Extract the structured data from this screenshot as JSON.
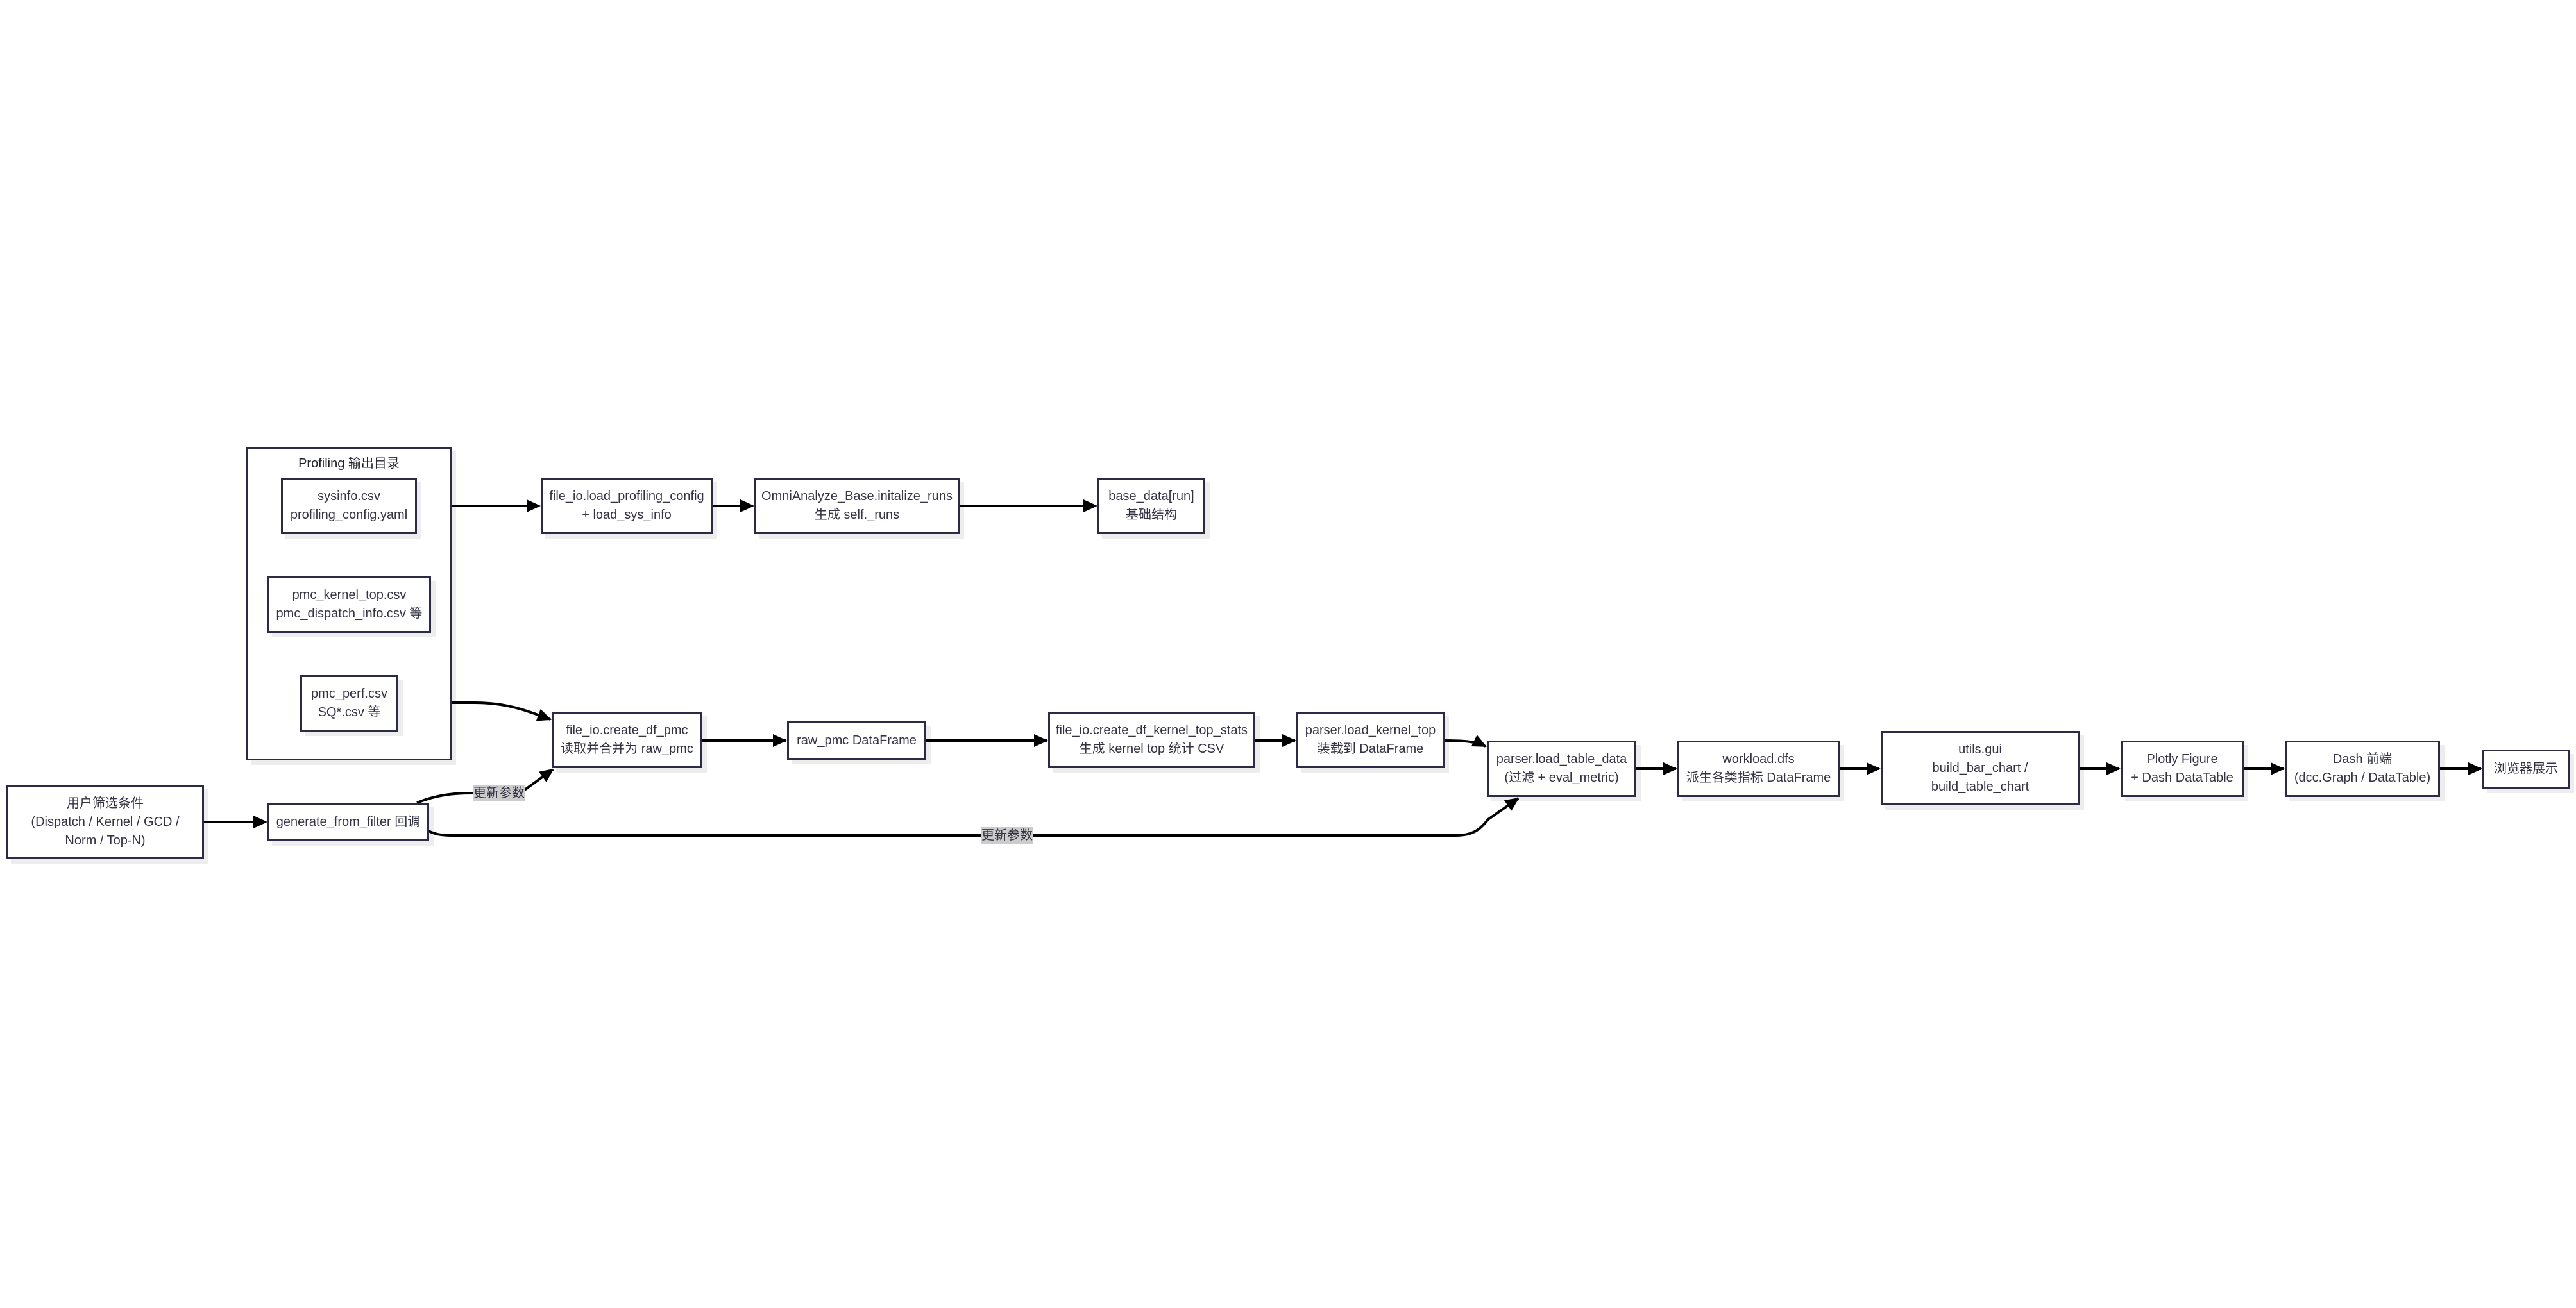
{
  "diagram": {
    "group": {
      "title": "Profiling 输出目录"
    },
    "nodes": {
      "sysinfo": {
        "lines": [
          "sysinfo.csv",
          "profiling_config.yaml"
        ]
      },
      "pmc_kernel_top": {
        "lines": [
          "pmc_kernel_top.csv",
          "pmc_dispatch_info.csv 等"
        ]
      },
      "pmc_perf": {
        "lines": [
          "pmc_perf.csv",
          "SQ*.csv 等"
        ]
      },
      "load_profiling_config": {
        "lines": [
          "file_io.load_profiling_config",
          "+ load_sys_info"
        ]
      },
      "initialize_runs": {
        "lines": [
          "OmniAnalyze_Base.initalize_runs",
          "生成 self._runs"
        ]
      },
      "base_data": {
        "lines": [
          "base_data[run]",
          "基础结构"
        ]
      },
      "user_filter": {
        "lines": [
          "用户筛选条件",
          "(Dispatch / Kernel / GCD /",
          "Norm / Top-N)"
        ]
      },
      "generate_from_filter": {
        "lines": [
          "generate_from_filter 回调"
        ]
      },
      "create_df_pmc": {
        "lines": [
          "file_io.create_df_pmc",
          "读取并合并为 raw_pmc"
        ]
      },
      "raw_pmc": {
        "lines": [
          "raw_pmc DataFrame"
        ]
      },
      "kernel_top_stats": {
        "lines": [
          "file_io.create_df_kernel_top_stats",
          "生成 kernel top 统计 CSV"
        ]
      },
      "load_kernel_top": {
        "lines": [
          "parser.load_kernel_top",
          "装载到 DataFrame"
        ]
      },
      "load_table_data": {
        "lines": [
          "parser.load_table_data",
          "(过滤 + eval_metric)"
        ]
      },
      "workload_dfs": {
        "lines": [
          "workload.dfs",
          "派生各类指标 DataFrame"
        ]
      },
      "utils_gui": {
        "lines": [
          "utils.gui",
          "build_bar_chart /",
          "build_table_chart"
        ]
      },
      "plotly_figure": {
        "lines": [
          "Plotly Figure",
          "+ Dash DataTable"
        ]
      },
      "dash_frontend": {
        "lines": [
          "Dash 前端",
          "(dcc.Graph / DataTable)"
        ]
      },
      "browser": {
        "lines": [
          "浏览器展示"
        ]
      }
    },
    "edge_labels": {
      "update_params_1": "更新参数",
      "update_params_2": "更新参数"
    },
    "edges": [
      {
        "from": "sysinfo",
        "to": "load_profiling_config"
      },
      {
        "from": "load_profiling_config",
        "to": "initialize_runs"
      },
      {
        "from": "initialize_runs",
        "to": "base_data"
      },
      {
        "from": "pmc_perf",
        "to": "create_df_pmc"
      },
      {
        "from": "user_filter",
        "to": "generate_from_filter"
      },
      {
        "from": "generate_from_filter",
        "to": "create_df_pmc",
        "label": "更新参数"
      },
      {
        "from": "generate_from_filter",
        "to": "load_table_data",
        "label": "更新参数"
      },
      {
        "from": "create_df_pmc",
        "to": "raw_pmc"
      },
      {
        "from": "raw_pmc",
        "to": "kernel_top_stats"
      },
      {
        "from": "kernel_top_stats",
        "to": "load_kernel_top"
      },
      {
        "from": "load_kernel_top",
        "to": "load_table_data"
      },
      {
        "from": "load_table_data",
        "to": "workload_dfs"
      },
      {
        "from": "workload_dfs",
        "to": "utils_gui"
      },
      {
        "from": "utils_gui",
        "to": "plotly_figure"
      },
      {
        "from": "plotly_figure",
        "to": "dash_frontend"
      },
      {
        "from": "dash_frontend",
        "to": "browser"
      }
    ],
    "colors": {
      "border": "#2b2b45",
      "text": "#333344",
      "edge": "#000000",
      "label_bg": "#cccccc"
    }
  }
}
